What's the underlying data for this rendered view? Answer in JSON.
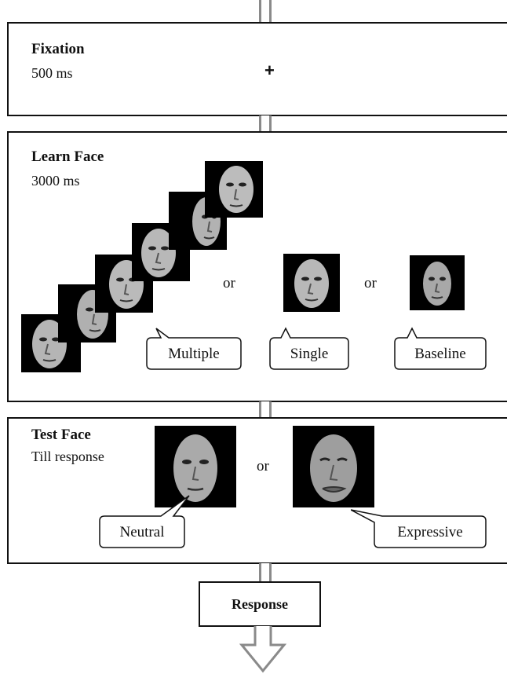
{
  "fixation": {
    "title": "Fixation",
    "duration": "500 ms",
    "symbol": "+"
  },
  "learn": {
    "title": "Learn Face",
    "duration": "3000 ms",
    "or1": "or",
    "or2": "or",
    "labels": {
      "multiple": "Multiple",
      "single": "Single",
      "baseline": "Baseline"
    }
  },
  "test": {
    "title": "Test Face",
    "duration": "Till response",
    "or": "or",
    "labels": {
      "neutral": "Neutral",
      "expressive": "Expressive"
    }
  },
  "response": {
    "label": "Response"
  },
  "colors": {
    "connector": "#8a8a8a",
    "border": "#111111",
    "faceBg": "#000000"
  }
}
